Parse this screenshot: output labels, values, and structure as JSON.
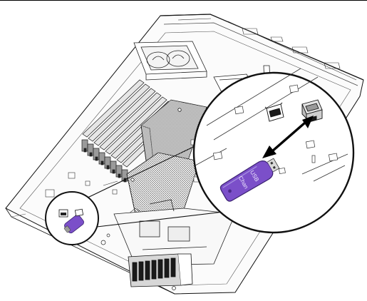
{
  "figure": {
    "usb_label_primary": "USB",
    "usb_label_secondary": "Chan",
    "colors": {
      "usb_purple": "#7b4fc9",
      "usb_purple_dark": "#4b2a8a",
      "line": "#111111",
      "board_gray": "#8c8c8c",
      "heatsink_gray": "#b4b4b4",
      "connector_gray": "#d9d9d9"
    },
    "icons": [
      "server-chassis",
      "dimm-slots",
      "cpu-heatsink",
      "usb-flash-drive",
      "usb-port",
      "magnify-callout",
      "double-headed-arrow"
    ]
  }
}
